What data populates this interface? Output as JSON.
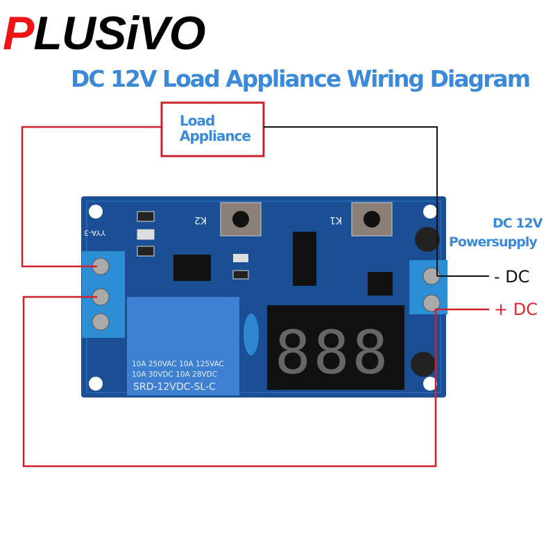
{
  "logo": {
    "first": "P",
    "rest": "LUSiVO"
  },
  "title": "DC 12V Load Appliance Wiring Diagram",
  "load_box": {
    "line1": "Load",
    "line2": "Appliance"
  },
  "power": {
    "line1": "DC 12V",
    "line2": "Powersupply",
    "negative": "- DC",
    "positive": "+ DC"
  },
  "board": {
    "model": "YYA-3",
    "button1": "K1",
    "button2": "K2",
    "relay_line1": "10A 250VAC  10A 125VAC",
    "relay_line2": "10A   30VDC  10A   28VDC",
    "relay_model": "SRD-12VDC-SL-C",
    "display": "888"
  },
  "colors": {
    "title": "#3b8ad9",
    "wire_red": "#d0202a",
    "wire_black": "#111111",
    "pcb": "#1a4f96"
  }
}
